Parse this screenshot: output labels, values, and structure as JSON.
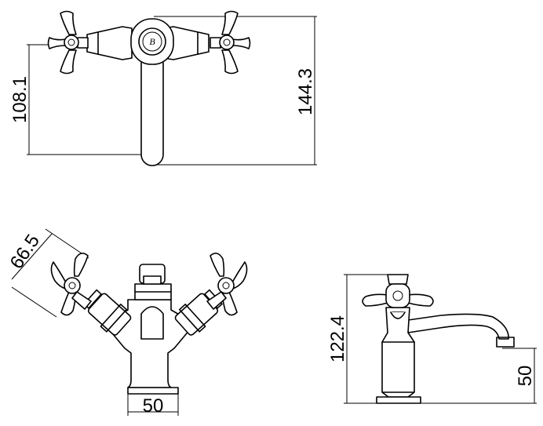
{
  "dimensions": {
    "top_left_height": "108.1",
    "top_right_height": "144.3",
    "front_handle_width": "66.5",
    "front_base_width": "50",
    "side_total_height": "122.4",
    "side_spout_height": "50"
  },
  "logo": {
    "letter": "B"
  },
  "colors": {
    "line": "#000000",
    "background": "#ffffff"
  }
}
